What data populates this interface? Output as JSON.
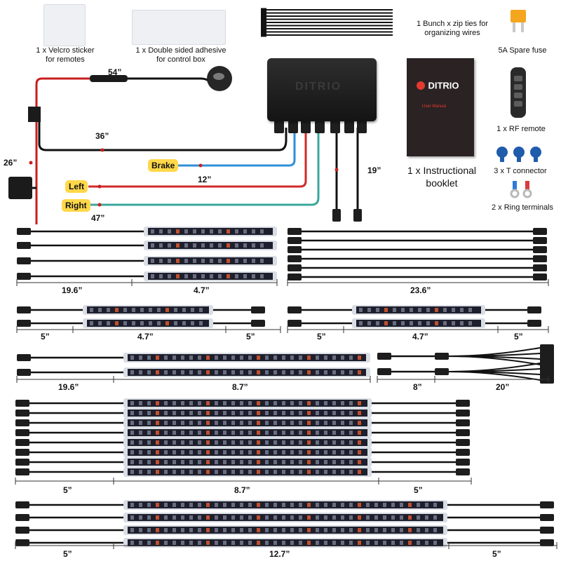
{
  "accessories": {
    "velcro": "1 x Velcro sticker\nfor remotes",
    "adhesive": "1 x Double sided adhesive\nfor control box",
    "zipties": "1 Bunch x zip ties for\norganizing wires",
    "fuse": "5A Spare fuse",
    "remote": "1 x RF remote",
    "t_connector": "3 x T connector",
    "ring_terminals": "2 x Ring terminals",
    "booklet": "1 x Instructional\nbooklet"
  },
  "booklet_cover": {
    "brand": "DITRIO",
    "subtitle": "User Manual"
  },
  "control_box": {
    "logo": "DITRIO"
  },
  "wiring": {
    "dim_54": "54”",
    "dim_36": "36”",
    "dim_26": "26”",
    "dim_12": "12”",
    "dim_47": "47”",
    "dim_19": "19”",
    "brake": "Brake",
    "left": "Left",
    "right": "Right",
    "colors": {
      "brake": "#2f8fd8",
      "left": "#d12a2a",
      "right": "#3aa89a",
      "power_red": "#c81e1e",
      "ground": "#111111"
    }
  },
  "strip_kits": {
    "row1_left_lead": "19.6”",
    "row1_strip": "4.7”",
    "row1_ext": "23.6”",
    "row2_a_left": "5”",
    "row2_a_strip": "4.7”",
    "row2_a_right": "5”",
    "row2_b_left": "5”",
    "row2_b_strip": "4.7”",
    "row2_b_right": "5”",
    "row3_lead": "19.6”",
    "row3_strip": "8.7”",
    "row3_split_left": "8”",
    "row3_split_right": "20”",
    "row4_left": "5”",
    "row4_strip": "8.7”",
    "row4_right": "5”",
    "row5_left": "5”",
    "row5_strip": "12.7”",
    "row5_right": "5”"
  }
}
